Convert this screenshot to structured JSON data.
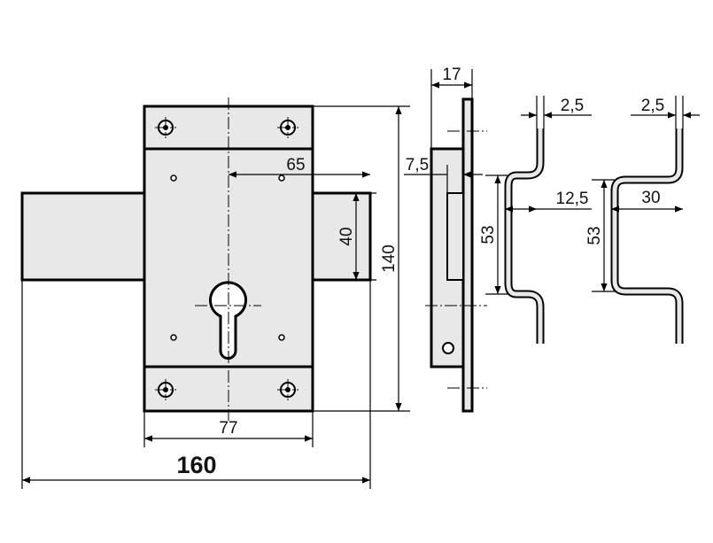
{
  "dimensions": {
    "overall_width": "160",
    "case_width": "77",
    "height": "140",
    "backset": "65",
    "bolt_height": "40",
    "side_depth": "17",
    "plate_offset": "7,5",
    "strike_a_thickness": "2,5",
    "strike_a_depth": "12,5",
    "strike_a_height": "53",
    "strike_b_thickness": "2,5",
    "strike_b_depth": "30",
    "strike_b_height": "53"
  },
  "colors": {
    "part_fill": "#e8e8e8",
    "line": "#000000"
  }
}
